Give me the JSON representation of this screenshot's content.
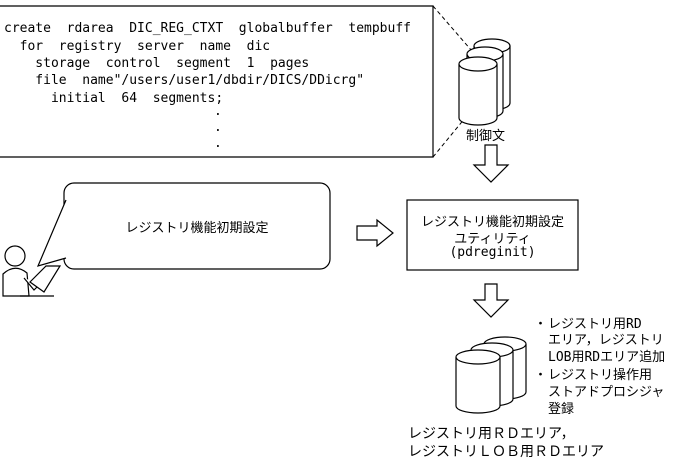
{
  "control_statement": {
    "lines": [
      "create  rdarea  DIC_REG_CTXT  globalbuffer  tempbuff",
      "  for  registry  server  name  dic",
      "    storage  control  segment  1  pages",
      "    file  name\"/users/user1/dbdir/DICS/DDicrg\"",
      "      initial  64  segments;",
      ".",
      ".",
      "."
    ],
    "label": "制御文"
  },
  "callout": {
    "text": "レジストリ機能初期設定"
  },
  "utility": {
    "line1": "レジストリ機能初期設定",
    "line2": "ユティリティ",
    "line3": "(pdreginit)"
  },
  "notes": {
    "bullet": "・",
    "note1_line1": "レジストリ用RD",
    "note1_line2": "エリア，レジストリ",
    "note1_line3": "LOB用RDエリア追加",
    "note2_line1": "レジストリ操作用",
    "note2_line2": "ストアドプロシジャ",
    "note2_line3": "登録"
  },
  "output_db": {
    "line1": "レジストリ用ＲＤエリア，",
    "line2": "レジストリＬＯＢ用ＲＤエリア"
  }
}
